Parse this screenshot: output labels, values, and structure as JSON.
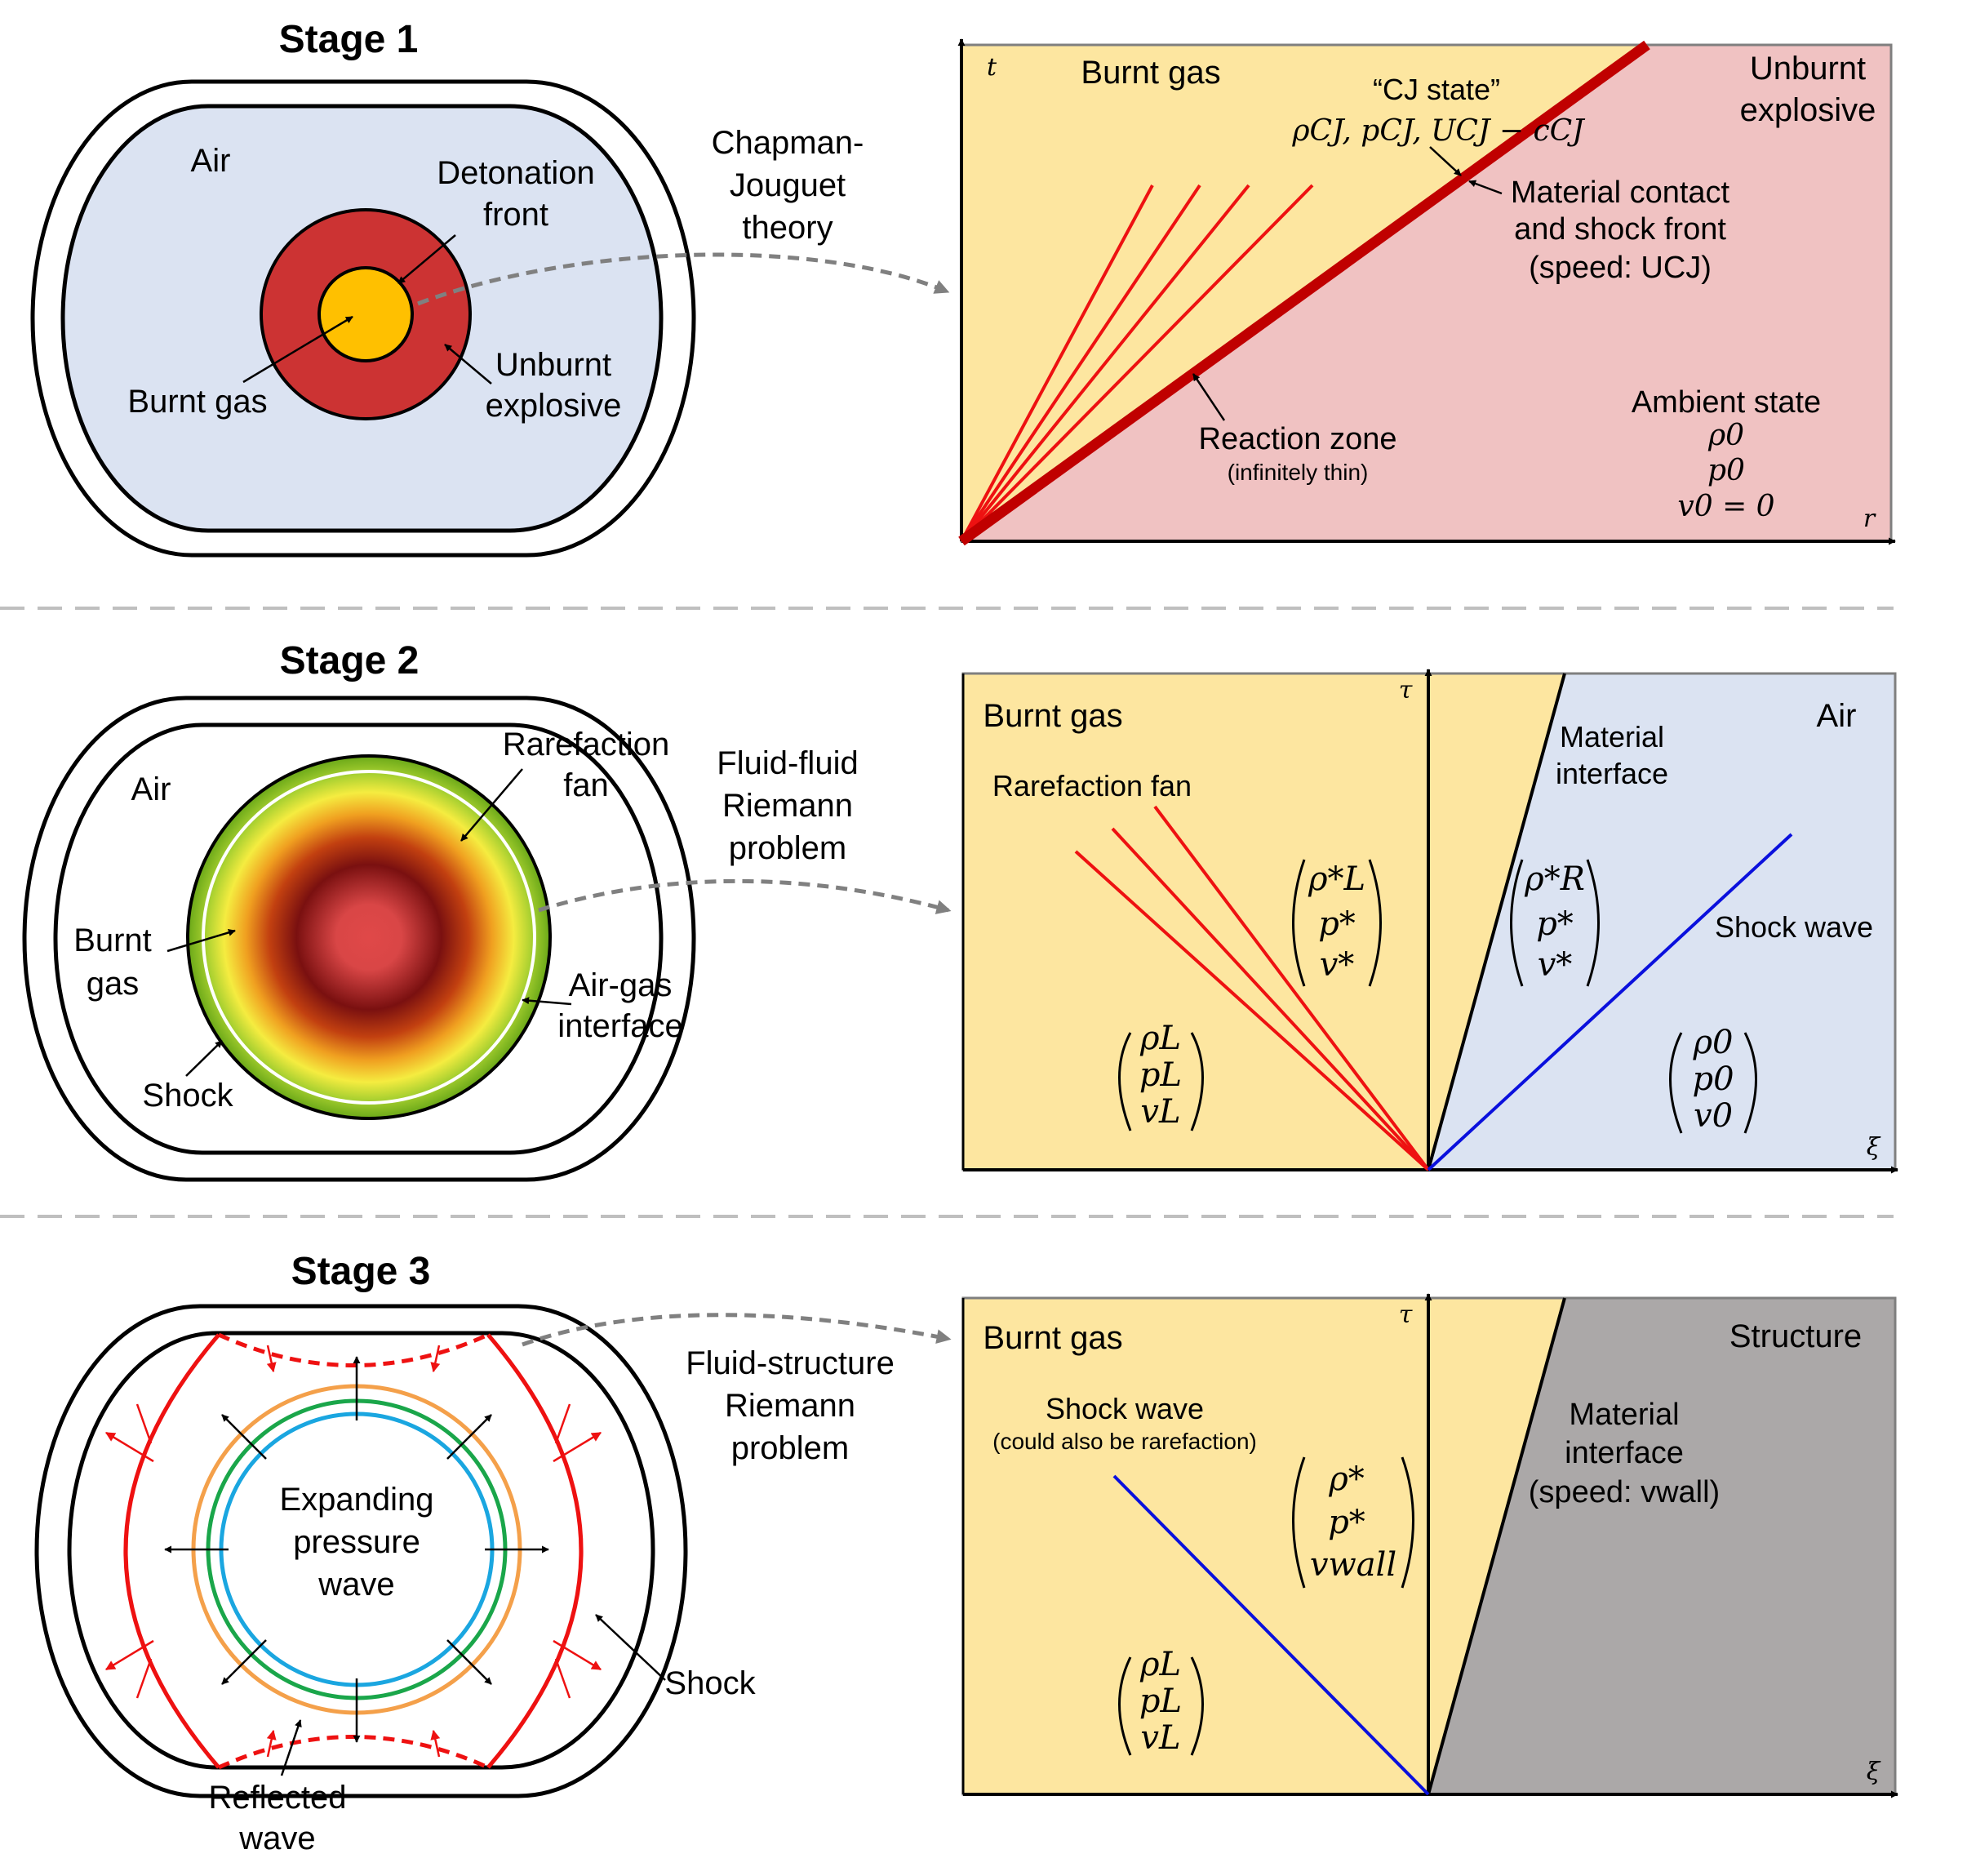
{
  "colors": {
    "burnt_gas_bg": "#fde6a0",
    "unburnt_bg": "#f0c2c2",
    "air_bg": "#dbe3f2",
    "structure_bg": "#aba8a8",
    "air_shape": "#dbe3f2",
    "explosive": "#cc3333",
    "burnt_core": "#ffc000",
    "red_line": "#ee1111",
    "dark_red_line": "#c00000",
    "blue_line": "#0a10dd",
    "orange_ring": "#f4a04a",
    "green_ring": "#1aa64a",
    "cyan_ring": "#1aa6e0",
    "arrow_gray": "#808080"
  },
  "stage1": {
    "title": "Stage 1",
    "left": {
      "air": "Air",
      "detonation_front": [
        "Detonation",
        "front"
      ],
      "burnt_gas": "Burnt gas",
      "unburnt": [
        "Unburnt",
        "explosive"
      ]
    },
    "theory": [
      "Chapman-",
      "Jouguet",
      "theory"
    ],
    "diagram": {
      "t_axis": "t",
      "r_axis": "r",
      "burnt_gas": "Burnt gas",
      "unburnt": [
        "Unburnt",
        "explosive"
      ],
      "cj_state": "“CJ state”",
      "cj_vars": "ρCJ, pCJ, UCJ − cCJ",
      "contact": [
        "Material contact",
        "and shock front",
        "(speed: UCJ)"
      ],
      "reaction_zone": "Reaction zone",
      "reaction_note": "(infinitely thin)",
      "ambient": [
        "Ambient state",
        "ρ0",
        "p0",
        "v0 = 0"
      ]
    }
  },
  "stage2": {
    "title": "Stage 2",
    "left": {
      "air": "Air",
      "rarefaction": [
        "Rarefaction",
        "fan"
      ],
      "burnt_gas": [
        "Burnt",
        "gas"
      ],
      "interface": [
        "Air-gas",
        "interface"
      ],
      "shock": "Shock"
    },
    "theory": [
      "Fluid-fluid",
      "Riemann",
      "problem"
    ],
    "diagram": {
      "tau_axis": "τ",
      "xi_axis": "ξ",
      "burnt_gas": "Burnt gas",
      "air": "Air",
      "rarefaction": "Rarefaction fan",
      "material_interface": [
        "Material",
        "interface"
      ],
      "shock_wave": "Shock wave",
      "state_L": [
        "ρL",
        "pL",
        "vL"
      ],
      "state_Lstar": [
        "ρ*L",
        "p*",
        "v*"
      ],
      "state_Rstar": [
        "ρ*R",
        "p*",
        "v*"
      ],
      "state_0": [
        "ρ0",
        "p0",
        "v0"
      ]
    }
  },
  "stage3": {
    "title": "Stage 3",
    "left": {
      "expanding": [
        "Expanding",
        "pressure",
        "wave"
      ],
      "shock": "Shock",
      "reflected": [
        "Reflected",
        "wave"
      ]
    },
    "theory": [
      "Fluid-structure",
      "Riemann",
      "problem"
    ],
    "diagram": {
      "tau_axis": "τ",
      "xi_axis": "ξ",
      "burnt_gas": "Burnt gas",
      "structure": "Structure",
      "shock_wave": "Shock wave",
      "shock_note": "(could also be rarefaction)",
      "material_interface": [
        "Material",
        "interface",
        "(speed: vwall)"
      ],
      "state_L": [
        "ρL",
        "pL",
        "vL"
      ],
      "state_star": [
        "ρ*",
        "p*",
        "vwall"
      ]
    }
  }
}
